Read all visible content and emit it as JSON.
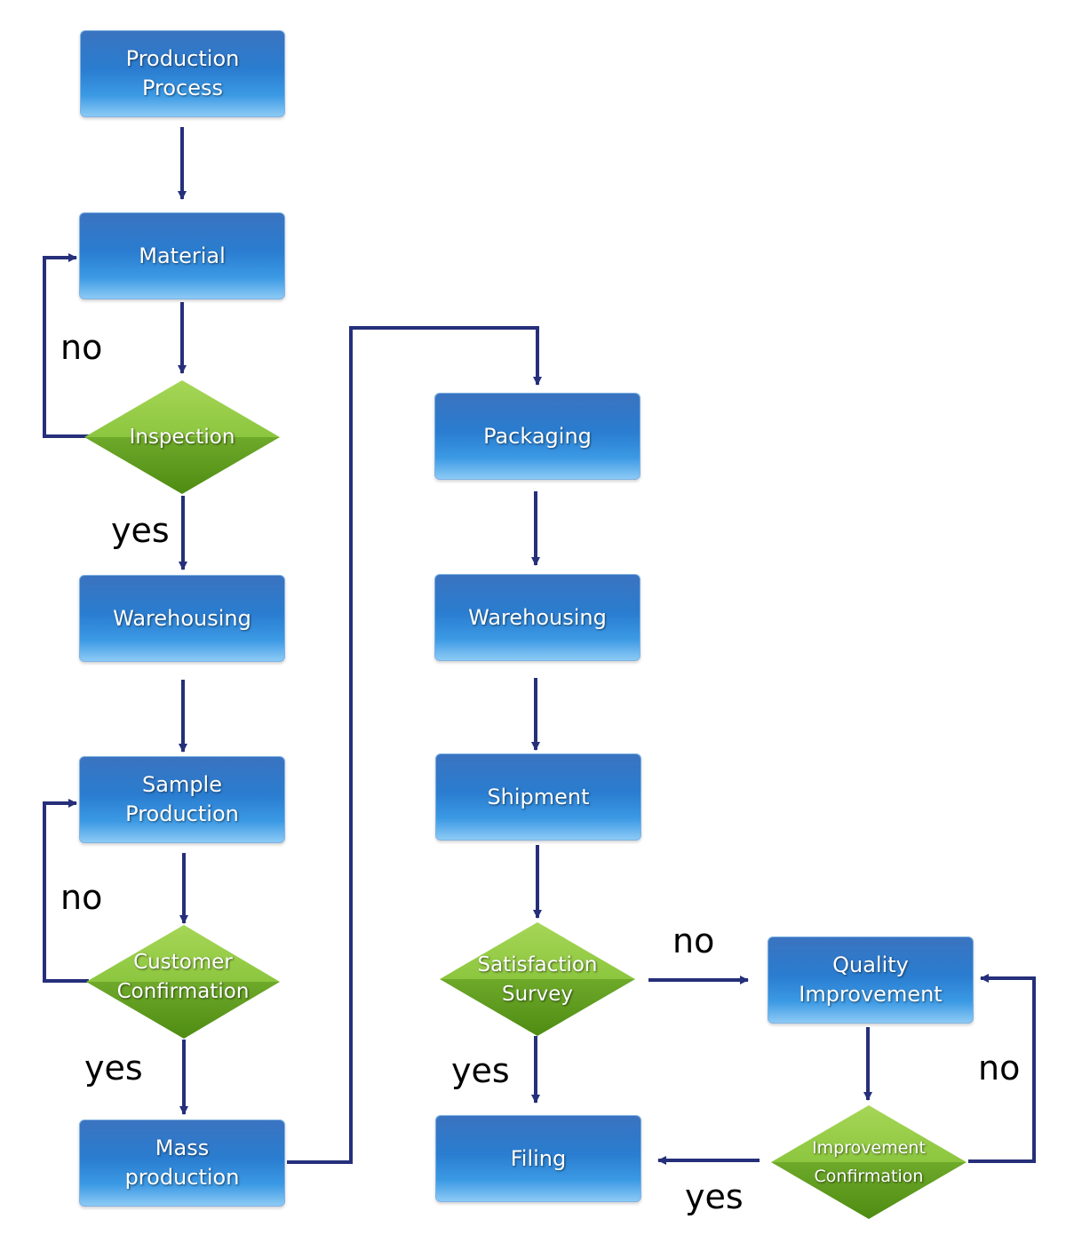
{
  "nodes": {
    "production_process": "Production\nProcess",
    "material": "Material",
    "inspection": "Inspection",
    "warehousing_1": "Warehousing",
    "sample_production": "Sample\nProduction",
    "customer_confirmation": "Customer\nConfirmation",
    "mass_production": "Mass\nproduction",
    "packaging": "Packaging",
    "warehousing_2": "Warehousing",
    "shipment": "Shipment",
    "satisfaction_survey": "Satisfaction\nSurvey",
    "filing": "Filing",
    "quality_improvement": "Quality\nImprovement",
    "improvement_confirmation": "Improvement\nConfirmation"
  },
  "edge_labels": {
    "inspection_no": "no",
    "inspection_yes": "yes",
    "customer_no": "no",
    "customer_yes": "yes",
    "survey_no": "no",
    "survey_yes": "yes",
    "improvement_no": "no",
    "improvement_yes": "yes"
  },
  "colors": {
    "arrow": "#262f7a",
    "box_top": "#3a73c0",
    "box_bottom": "#8ccaf5",
    "diamond_top": "#a6d656",
    "diamond_bottom": "#4e8c12"
  }
}
